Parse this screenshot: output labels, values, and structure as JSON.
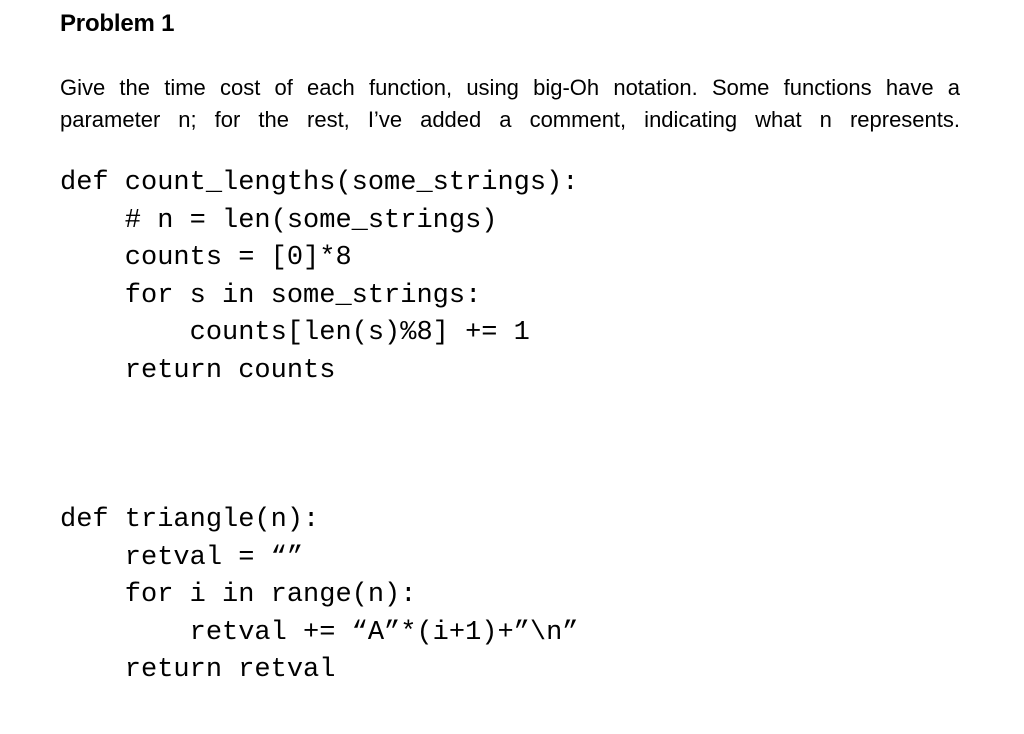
{
  "document": {
    "title": "Problem 1",
    "prompt": "Give the time cost of each function, using big-Oh notation.  Some functions have a parameter n; for the rest, I’ve added a comment, indicating what n represents.",
    "code_blocks": [
      {
        "name": "count_lengths",
        "lines": [
          "def count_lengths(some_strings):",
          "    # n = len(some_strings)",
          "    counts = [0]*8",
          "    for s in some_strings:",
          "        counts[len(s)%8] += 1",
          "    return counts"
        ]
      },
      {
        "name": "triangle",
        "lines": [
          "def triangle(n):",
          "    retval = “”",
          "    for i in range(n):",
          "        retval += “A”*(i+1)+”\\n”",
          "    return retval"
        ]
      }
    ]
  },
  "colors": {
    "background": "#ffffff",
    "text": "#000000"
  }
}
